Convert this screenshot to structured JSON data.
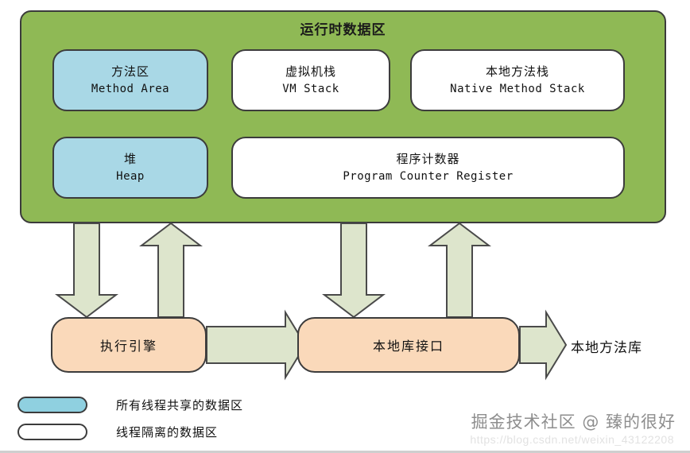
{
  "diagram": {
    "runtime_area": {
      "title": "运行时数据区",
      "fill_color": "#8fb955",
      "boxes": [
        {
          "cn": "方法区",
          "en": "Method Area",
          "type": "shared"
        },
        {
          "cn": "虚拟机栈",
          "en": "VM Stack",
          "type": "isolated"
        },
        {
          "cn": "本地方法栈",
          "en": "Native Method Stack",
          "type": "isolated"
        },
        {
          "cn": "堆",
          "en": "Heap",
          "type": "shared"
        },
        {
          "cn": "程序计数器",
          "en": "Program Counter Register",
          "type": "isolated"
        }
      ]
    },
    "components": [
      {
        "label": "执行引擎",
        "fill_color": "#fad9ba"
      },
      {
        "label": "本地库接口",
        "fill_color": "#fad9ba"
      }
    ],
    "plain_labels": [
      {
        "label": "本地方法库"
      }
    ],
    "arrows": {
      "fill_color": "#dde5cc",
      "stroke_color": "#4a4a4a",
      "items": [
        {
          "name": "runtime-to-execution-engine",
          "direction": "down"
        },
        {
          "name": "execution-engine-to-runtime",
          "direction": "up"
        },
        {
          "name": "runtime-to-native-interface",
          "direction": "down"
        },
        {
          "name": "native-interface-to-runtime",
          "direction": "up"
        },
        {
          "name": "execution-engine-to-native-interface",
          "direction": "right"
        },
        {
          "name": "native-interface-to-native-library",
          "direction": "right"
        }
      ]
    },
    "legend": {
      "items": [
        {
          "swatch": "shared",
          "label": "所有线程共享的数据区",
          "color": "#8fd0e0"
        },
        {
          "swatch": "isolated",
          "label": "线程隔离的数据区",
          "color": "#ffffff"
        }
      ]
    },
    "watermark": {
      "text": "掘金技术社区 @ 臻的很好",
      "url": "https://blog.csdn.net/weixin_43122208"
    }
  }
}
